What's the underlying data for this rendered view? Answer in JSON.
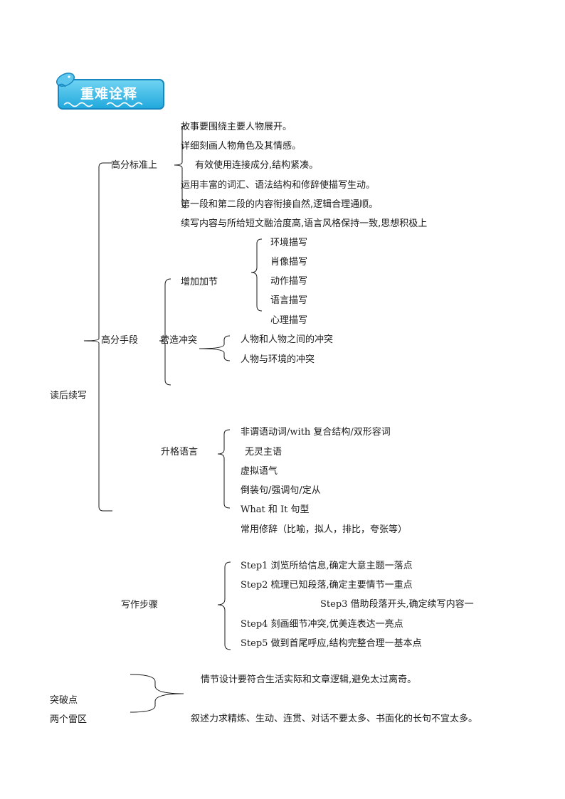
{
  "banner": {
    "title": "重难诠释"
  },
  "root": "读后续写",
  "standards": {
    "label": "高分标准上",
    "items": [
      "故事要围绕主要人物展开。",
      "详细刻画人物角色及其情感。",
      "有效使用连接成分,结构紧凑。",
      "运用丰富的词汇、语法结构和修辞使描写生动。",
      "第一段和第二段的内容衔接自然,逻辑合理通顺。",
      "续写内容与所给短文融洽度高,语言风格保持一致,思想积极上"
    ]
  },
  "methods": {
    "label": "高分手段",
    "add_detail": {
      "label": "增加加节",
      "items": [
        "环境描写",
        "肖像描写",
        "动作描写",
        "语言描写",
        "心理描写"
      ]
    },
    "conflict": {
      "label": "营造冲突",
      "items": [
        "人物和人物之间的冲突",
        "人物与环境的冲突"
      ]
    },
    "language": {
      "label": "升格语言",
      "items": [
        "非谓语动词/with 复合结构/双形容词",
        "无灵主语",
        "虚拟语气",
        "倒装句/强调句/定从",
        "What 和 It 句型",
        "常用修辞（比喻，拟人，排比，夸张等）"
      ]
    }
  },
  "steps": {
    "label": "写作步骤",
    "items": [
      "Step1 浏览所给信息,确定大意主题一落点",
      "Step2 梳理已知段落,确定主要情节一重点",
      "Step3 借助段落开头,确定续写内容一",
      "Step4 刻画细节冲突,优美连表达一亮点",
      "Step5 做到首尾呼应,结构完整合理一基本点"
    ]
  },
  "pitfalls": {
    "label1": "突破点",
    "label2": "两个雷区",
    "items": [
      "情节设计要符合生活实际和文章逻辑,避免太过离奇。",
      "叙述力求精炼、生动、连贯、对话不要太多、书面化的长句不宜太多。"
    ]
  }
}
